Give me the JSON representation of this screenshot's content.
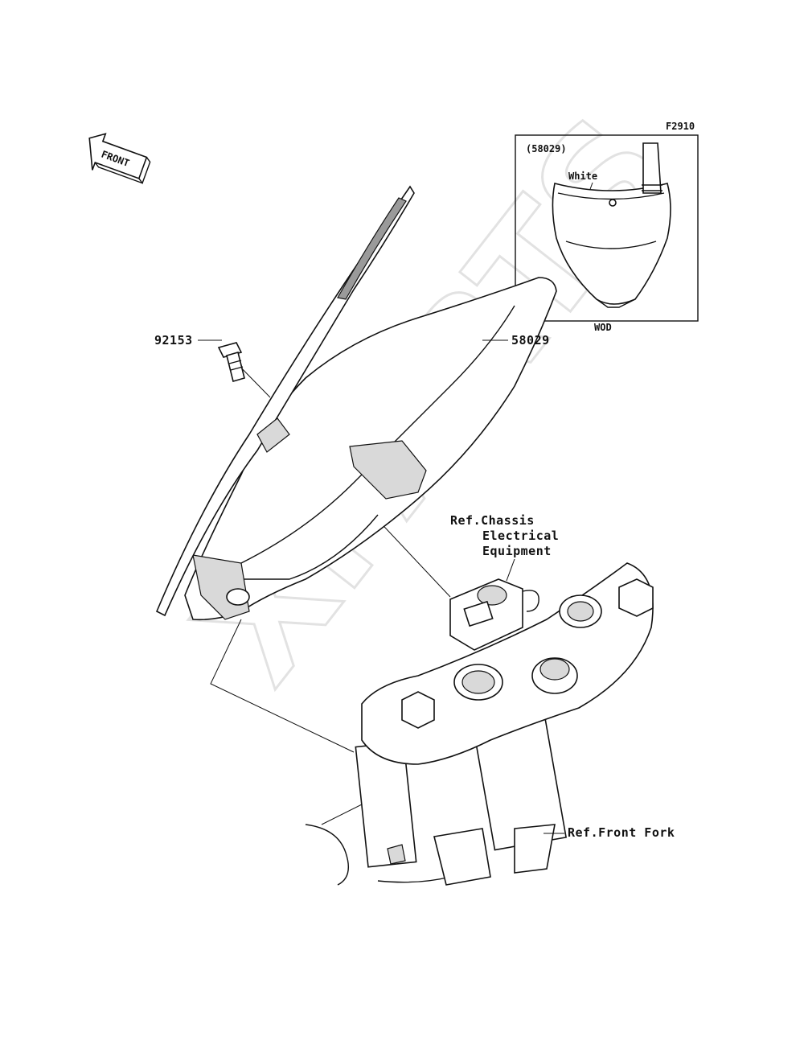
{
  "figure_code": "F2910",
  "front_arrow_label": "FRONT",
  "watermark": "XPARTS",
  "inset": {
    "part_ref": "(58029)",
    "color_label": "White",
    "variant_label": "WOD"
  },
  "callouts": {
    "bolt": "92153",
    "number_plate": "58029",
    "chassis_line1": "Ref.Chassis",
    "chassis_line2": "Electrical",
    "chassis_line3": "Equipment",
    "front_fork": "Ref.Front Fork"
  },
  "colors": {
    "line": "#111111",
    "watermark": "#e2e2e2",
    "background": "#ffffff"
  }
}
